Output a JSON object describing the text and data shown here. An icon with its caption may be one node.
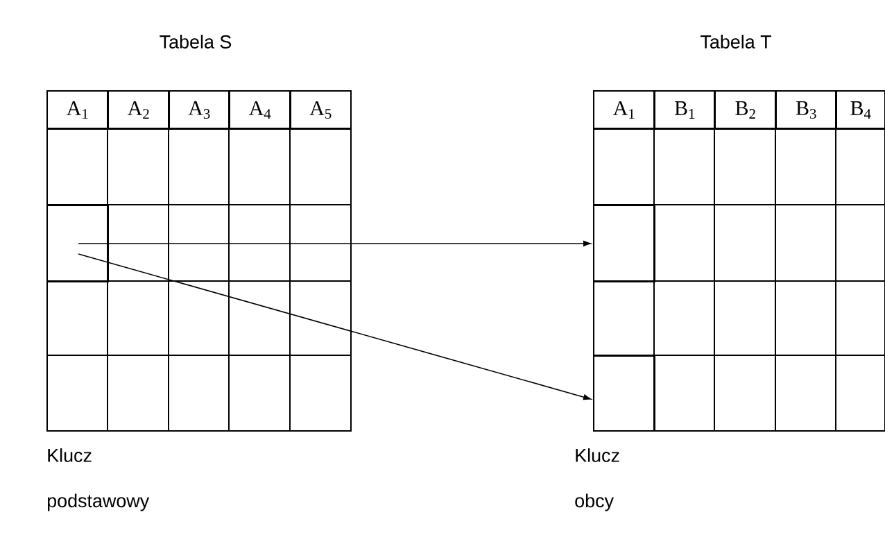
{
  "diagram": {
    "nodes": [
      {
        "text": [
          "Tabela S"
        ]
      },
      {
        "text": [
          "A$_{1}$"
        ],
        "in": 0
      },
      {
        "text": [
          "A$_{2}$"
        ],
        "in": 0
      },
      {
        "text": [
          "A$_{3}$"
        ],
        "in": 0
      },
      {
        "text": [
          "A$_{4}$"
        ],
        "in": 0
      },
      {
        "text": [
          "A$_{5}$"
        ],
        "in": 0
      },
      {
        "text": [],
        "shape": "box",
        "in": 0
      },
      {
        "text": [
          "Tabela T"
        ]
      },
      {
        "text": [
          "A$_{1}$"
        ],
        "in": 7
      },
      {
        "text": [
          "B$_{1}$"
        ],
        "in": 7
      },
      {
        "text": [
          "B$_{2}$"
        ],
        "in": 7
      },
      {
        "text": [
          "B$_{3}$"
        ],
        "in": 7
      },
      {
        "text": [
          "B$_{4}$"
        ],
        "in": 7
      },
      {
        "text": [],
        "shape": "box",
        "in": 7
      },
      {
        "text": [],
        "shape": "box",
        "in": 7
      }
    ],
    "edges": [
      {
        "from": 6,
        "to": 13,
        "arrow": "to"
      },
      {
        "from": 6,
        "to": 14,
        "arrow": "to"
      }
    ],
    "labels": [
      "Klucz",
      "podstawowy",
      "Klucz",
      "obcy"
    ]
  }
}
